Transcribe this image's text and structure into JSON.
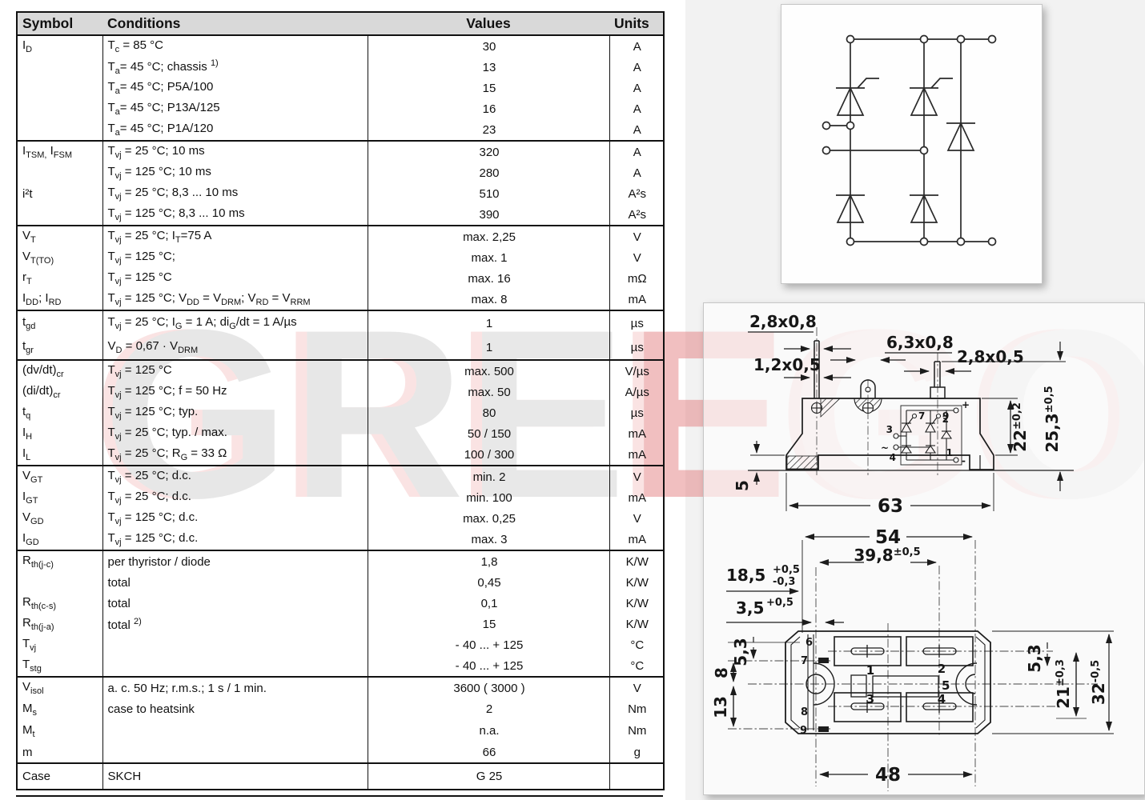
{
  "header": {
    "symbol": "Symbol",
    "conditions": "Conditions",
    "values": "Values",
    "units": "Units"
  },
  "table": {
    "sections": [
      {
        "rows": [
          {
            "sym": [
              [
                "I",
                ""
              ],
              [
                "D",
                "sub"
              ]
            ],
            "cond": [
              [
                "T",
                ""
              ],
              [
                "c",
                "sub"
              ],
              [
                " = 85 °C",
                ""
              ]
            ],
            "val": "30",
            "unit": "A"
          },
          {
            "sym": [],
            "cond": [
              [
                "T",
                ""
              ],
              [
                "a",
                "sub"
              ],
              [
                "= 45 °C; chassis ",
                ""
              ],
              [
                "1)",
                "sup"
              ]
            ],
            "val": "13",
            "unit": "A"
          },
          {
            "sym": [],
            "cond": [
              [
                "T",
                ""
              ],
              [
                "a",
                "sub"
              ],
              [
                "= 45 °C; P5A/100",
                ""
              ]
            ],
            "val": "15",
            "unit": "A"
          },
          {
            "sym": [],
            "cond": [
              [
                "T",
                ""
              ],
              [
                "a",
                "sub"
              ],
              [
                "= 45 °C; P13A/125",
                ""
              ]
            ],
            "val": "16",
            "unit": "A"
          },
          {
            "sym": [],
            "cond": [
              [
                "T",
                ""
              ],
              [
                "a",
                "sub"
              ],
              [
                "= 45 °C; P1A/120",
                ""
              ]
            ],
            "val": "23",
            "unit": "A"
          }
        ]
      },
      {
        "rows": [
          {
            "sym": [
              [
                "I",
                ""
              ],
              [
                "TSM,",
                "sub"
              ],
              [
                " I",
                ""
              ],
              [
                "FSM",
                "sub"
              ]
            ],
            "cond": [
              [
                "T",
                ""
              ],
              [
                "vj",
                "sub"
              ],
              [
                " = 25 °C; 10 ms",
                ""
              ]
            ],
            "val": "320",
            "unit": "A"
          },
          {
            "sym": [],
            "cond": [
              [
                "T",
                ""
              ],
              [
                "vj",
                "sub"
              ],
              [
                " = 125 °C; 10 ms",
                ""
              ]
            ],
            "val": "280",
            "unit": "A"
          },
          {
            "sym": [
              [
                "i²t",
                ""
              ]
            ],
            "cond": [
              [
                "T",
                ""
              ],
              [
                "vj",
                "sub"
              ],
              [
                " = 25 °C; 8,3 ... 10 ms",
                ""
              ]
            ],
            "val": "510",
            "unit": "A²s"
          },
          {
            "sym": [],
            "cond": [
              [
                "T",
                ""
              ],
              [
                "vj",
                "sub"
              ],
              [
                " = 125 °C; 8,3 ... 10 ms",
                ""
              ]
            ],
            "val": "390",
            "unit": "A²s"
          }
        ]
      },
      {
        "rows": [
          {
            "sym": [
              [
                "V",
                ""
              ],
              [
                "T",
                "sub"
              ]
            ],
            "cond": [
              [
                "T",
                ""
              ],
              [
                "vj",
                "sub"
              ],
              [
                " = 25 °C; I",
                ""
              ],
              [
                "T",
                "sub"
              ],
              [
                "=75 A",
                ""
              ]
            ],
            "val": "max. 2,25",
            "unit": "V"
          },
          {
            "sym": [
              [
                "V",
                ""
              ],
              [
                "T(TO)",
                "sub"
              ]
            ],
            "cond": [
              [
                "T",
                ""
              ],
              [
                "vj",
                "sub"
              ],
              [
                " = 125 °C;",
                ""
              ]
            ],
            "val": "max. 1",
            "unit": "V"
          },
          {
            "sym": [
              [
                "r",
                ""
              ],
              [
                "T",
                "sub"
              ]
            ],
            "cond": [
              [
                "T",
                ""
              ],
              [
                "vj",
                "sub"
              ],
              [
                " = 125 °C",
                ""
              ]
            ],
            "val": "max. 16",
            "unit": "mΩ"
          },
          {
            "sym": [
              [
                "I",
                ""
              ],
              [
                "DD",
                "sub"
              ],
              [
                "; I",
                ""
              ],
              [
                "RD",
                "sub"
              ]
            ],
            "cond": [
              [
                "T",
                ""
              ],
              [
                "vj",
                "sub"
              ],
              [
                " = 125 °C; V",
                ""
              ],
              [
                "DD",
                "sub"
              ],
              [
                " = V",
                ""
              ],
              [
                "DRM",
                "sub"
              ],
              [
                "; V",
                ""
              ],
              [
                "RD",
                "sub"
              ],
              [
                " = V",
                ""
              ],
              [
                "RRM",
                "sub"
              ]
            ],
            "val": "max. 8",
            "unit": "mA"
          }
        ]
      },
      {
        "rows": [
          {
            "sym": [
              [
                "t",
                ""
              ],
              [
                "gd",
                "sub"
              ]
            ],
            "cond": [
              [
                "T",
                ""
              ],
              [
                "vj",
                "sub"
              ],
              [
                " = 25 °C; I",
                ""
              ],
              [
                "G",
                "sub"
              ],
              [
                " = 1 A; di",
                ""
              ],
              [
                "G",
                "sub"
              ],
              [
                "/dt = 1 A/µs",
                ""
              ]
            ],
            "val": "1",
            "unit": "µs"
          },
          {
            "sym": [
              [
                "t",
                ""
              ],
              [
                "gr",
                "sub"
              ]
            ],
            "cond": [
              [
                "V",
                ""
              ],
              [
                "D",
                "sub"
              ],
              [
                " = 0,67 · V",
                ""
              ],
              [
                "DRM",
                "sub"
              ]
            ],
            "val": "1",
            "unit": "µs"
          }
        ]
      },
      {
        "rows": [
          {
            "sym": [
              [
                "(dv/dt)",
                ""
              ],
              [
                "cr",
                "sub"
              ]
            ],
            "cond": [
              [
                "T",
                ""
              ],
              [
                "vj",
                "sub"
              ],
              [
                " = 125 °C",
                ""
              ]
            ],
            "val": "max. 500",
            "unit": "V/µs"
          },
          {
            "sym": [
              [
                "(di/dt)",
                ""
              ],
              [
                "cr",
                "sub"
              ]
            ],
            "cond": [
              [
                "T",
                ""
              ],
              [
                "vj",
                "sub"
              ],
              [
                " = 125 °C; f = 50 Hz",
                ""
              ]
            ],
            "val": "max. 50",
            "unit": "A/µs"
          },
          {
            "sym": [
              [
                "t",
                ""
              ],
              [
                "q",
                "sub"
              ]
            ],
            "cond": [
              [
                "T",
                ""
              ],
              [
                "vj",
                "sub"
              ],
              [
                " = 125 °C; typ.",
                ""
              ]
            ],
            "val": "80",
            "unit": "µs"
          },
          {
            "sym": [
              [
                "I",
                ""
              ],
              [
                "H",
                "sub"
              ]
            ],
            "cond": [
              [
                "T",
                ""
              ],
              [
                "vj",
                "sub"
              ],
              [
                " = 25 °C; typ. / max.",
                ""
              ]
            ],
            "val": "50 / 150",
            "unit": "mA"
          },
          {
            "sym": [
              [
                "I",
                ""
              ],
              [
                "L",
                "sub"
              ]
            ],
            "cond": [
              [
                "T",
                ""
              ],
              [
                "vj",
                "sub"
              ],
              [
                " = 25 °C; R",
                ""
              ],
              [
                "G",
                "sub"
              ],
              [
                " = 33  Ω",
                ""
              ]
            ],
            "val": "100 / 300",
            "unit": "mA"
          }
        ]
      },
      {
        "rows": [
          {
            "sym": [
              [
                "V",
                ""
              ],
              [
                "GT",
                "sub"
              ]
            ],
            "cond": [
              [
                "T",
                ""
              ],
              [
                "vj",
                "sub"
              ],
              [
                " = 25 °C; d.c.",
                ""
              ]
            ],
            "val": "min. 2",
            "unit": "V"
          },
          {
            "sym": [
              [
                "I",
                ""
              ],
              [
                "GT",
                "sub"
              ]
            ],
            "cond": [
              [
                "T",
                ""
              ],
              [
                "vj",
                "sub"
              ],
              [
                " = 25 °C; d.c.",
                ""
              ]
            ],
            "val": "min. 100",
            "unit": "mA"
          },
          {
            "sym": [
              [
                "V",
                ""
              ],
              [
                "GD",
                "sub"
              ]
            ],
            "cond": [
              [
                "T",
                ""
              ],
              [
                "vj",
                "sub"
              ],
              [
                " = 125 °C; d.c.",
                ""
              ]
            ],
            "val": "max. 0,25",
            "unit": "V"
          },
          {
            "sym": [
              [
                "I",
                ""
              ],
              [
                "GD",
                "sub"
              ]
            ],
            "cond": [
              [
                "T",
                ""
              ],
              [
                "vj",
                "sub"
              ],
              [
                " = 125 °C; d.c.",
                ""
              ]
            ],
            "val": "max. 3",
            "unit": "mA"
          }
        ]
      },
      {
        "rows": [
          {
            "sym": [
              [
                "R",
                ""
              ],
              [
                "th(j-c)",
                "sub"
              ]
            ],
            "cond": [
              [
                "per thyristor / diode",
                ""
              ]
            ],
            "val": "1,8",
            "unit": "K/W"
          },
          {
            "sym": [],
            "cond": [
              [
                "total",
                ""
              ]
            ],
            "val": "0,45",
            "unit": "K/W"
          },
          {
            "sym": [
              [
                "R",
                ""
              ],
              [
                "th(c-s)",
                "sub"
              ]
            ],
            "cond": [
              [
                "total",
                ""
              ]
            ],
            "val": "0,1",
            "unit": "K/W"
          },
          {
            "sym": [
              [
                "R",
                ""
              ],
              [
                "th(j-a)",
                "sub"
              ]
            ],
            "cond": [
              [
                "total ",
                ""
              ],
              [
                "2)",
                "sup"
              ]
            ],
            "val": "15",
            "unit": "K/W"
          },
          {
            "sym": [
              [
                "T",
                ""
              ],
              [
                "vj",
                "sub"
              ]
            ],
            "cond": [],
            "val": "- 40 ... + 125",
            "unit": "°C"
          },
          {
            "sym": [
              [
                "T",
                ""
              ],
              [
                "stg",
                "sub"
              ]
            ],
            "cond": [],
            "val": "- 40 ... + 125",
            "unit": "°C"
          }
        ]
      },
      {
        "rows": [
          {
            "sym": [
              [
                "V",
                ""
              ],
              [
                "isol",
                "sub"
              ]
            ],
            "cond": [
              [
                "a. c. 50 Hz; r.m.s.; 1 s / 1 min.",
                ""
              ]
            ],
            "val": "3600 ( 3000 )",
            "unit": "V"
          },
          {
            "sym": [
              [
                "M",
                ""
              ],
              [
                "s",
                "sub"
              ]
            ],
            "cond": [
              [
                "case to heatsink",
                ""
              ]
            ],
            "val": "2",
            "unit": "Nm"
          },
          {
            "sym": [
              [
                "M",
                ""
              ],
              [
                "t",
                "sub"
              ]
            ],
            "cond": [],
            "val": "n.a.",
            "unit": "Nm"
          },
          {
            "sym": [
              [
                "m",
                ""
              ]
            ],
            "cond": [],
            "val": "66",
            "unit": "g"
          }
        ]
      },
      {
        "rows": [
          {
            "sym": [
              [
                "Case",
                ""
              ]
            ],
            "cond": [
              [
                "SKCH",
                ""
              ]
            ],
            "val": "G 25",
            "unit": ""
          }
        ]
      }
    ]
  },
  "watermark": {
    "letters": [
      {
        "ch": "G",
        "color": "#c7c7c7"
      },
      {
        "ch": "R",
        "color": "#c7c7c7"
      },
      {
        "ch": "E",
        "color": "#c9c9c9"
      },
      {
        "ch": "E",
        "color": "#e0696c"
      },
      {
        "ch": "G",
        "color": "#e9c6c6"
      },
      {
        "ch": "O",
        "color": "#d4d4d4"
      }
    ]
  },
  "side": {
    "d28x08": "2,8x0,8",
    "d12x05": "1,2x0,5",
    "d63x08": "6,3x0,8",
    "d28x05": "2,8x0,5",
    "h22": "22",
    "h22t": "±0,2",
    "h253": "25,3",
    "h253t": "±0,5",
    "d5": "5",
    "w63": "63",
    "t1": "1",
    "t2": "2",
    "t3": "3",
    "t4": "4",
    "t7": "7",
    "t9": "9",
    "plus": "+",
    "minus": "-",
    "tilde": "~"
  },
  "top": {
    "w54": "54",
    "w398": "39,8",
    "w398t": "±0,5",
    "d185": "18,5",
    "d185up": "+0,5",
    "d185dn": "-0,3",
    "d35": "3,5",
    "d35t": "+0,5",
    "l53": "5,3",
    "l8": "8",
    "l13": "13",
    "r53": "5,3",
    "r21": "21",
    "r21t": "±0,3",
    "r32": "32",
    "r32t": "-0,5",
    "w48": "48",
    "n1": "1",
    "n2": "2",
    "n3": "3",
    "n4": "4",
    "n5": "5",
    "n6": "6",
    "n7": "7",
    "n8": "8",
    "n9": "9"
  }
}
